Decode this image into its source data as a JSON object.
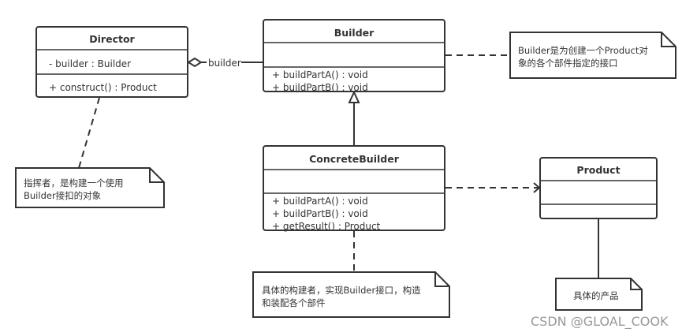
{
  "classes": {
    "director": {
      "name": "Director",
      "attributes": [
        "- builder : Builder"
      ],
      "methods": [
        "+ construct()  : Product"
      ]
    },
    "builder": {
      "name": "Builder",
      "methods": [
        "+ buildPartA() : void",
        "+ buildPartB() : void"
      ]
    },
    "concrete_builder": {
      "name": "ConcreteBuilder",
      "methods": [
        "+ buildPartA() : void",
        "+ buildPartB() : void",
        "+ getResult() : Product"
      ]
    },
    "product": {
      "name": "Product"
    }
  },
  "relations": {
    "aggregation_label": "builder"
  },
  "notes": {
    "director": [
      "指挥者，是构建一个使用",
      "Builder接扣的对象"
    ],
    "builder": [
      "Builder是为创建一个Product对",
      "象的各个部件指定的接口"
    ],
    "concrete_builder": [
      "具体的构建者，实现Builder接口，构造",
      "和装配各个部件"
    ],
    "product": [
      "具体的产品"
    ]
  },
  "watermark": "CSDN @GLOAL_COOK"
}
